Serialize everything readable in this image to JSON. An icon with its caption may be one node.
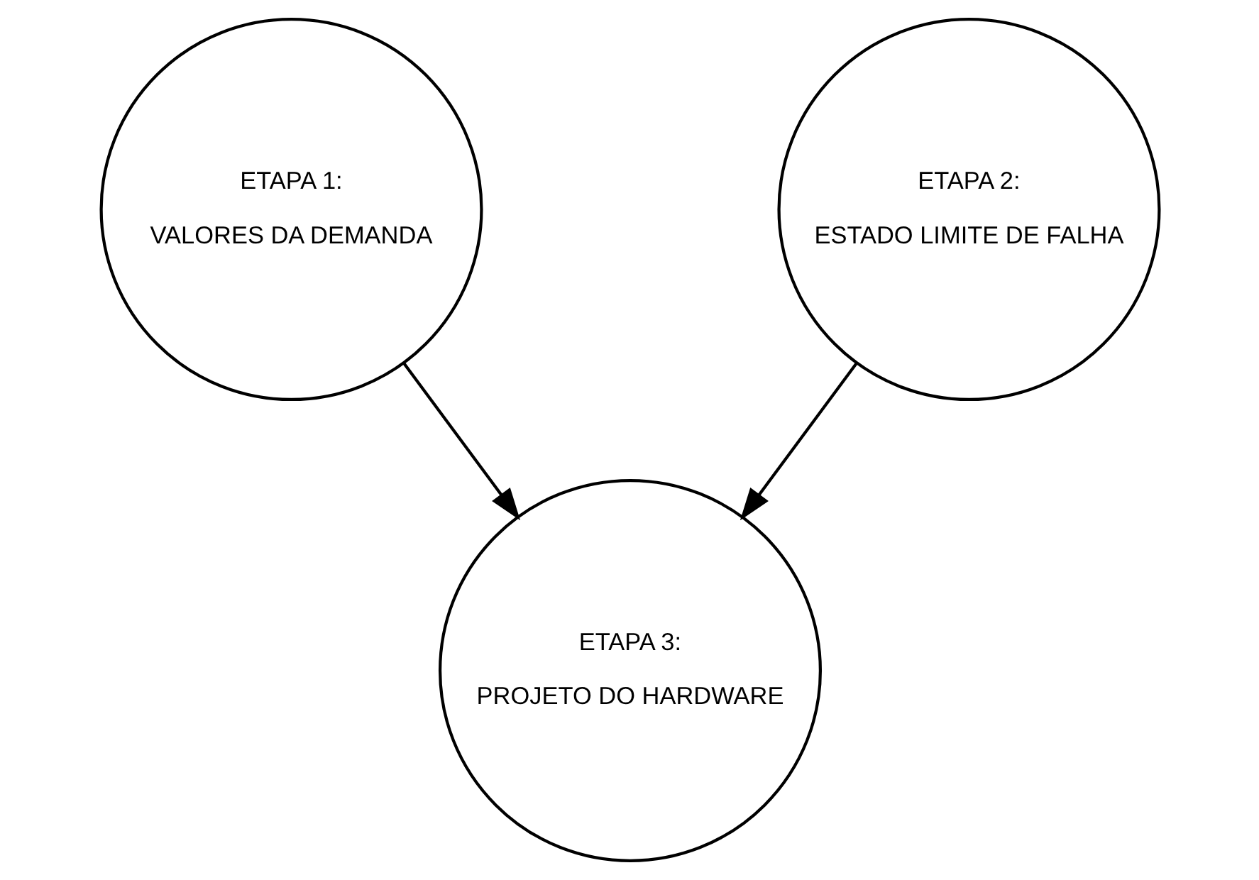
{
  "diagram": {
    "nodes": [
      {
        "text": [
          "ETAPA 1:",
          "VALORES DA DEMANDA"
        ]
      },
      {
        "text": [
          "ETAPA 2:",
          "ESTADO LIMITE DE FALHA"
        ]
      },
      {
        "text": [
          "ETAPA 3:",
          "PROJETO DO HARDWARE"
        ]
      }
    ],
    "edges": [
      {
        "from": 0,
        "to": 2,
        "arrow": "to"
      },
      {
        "from": 1,
        "to": 2,
        "arrow": "to"
      }
    ]
  }
}
